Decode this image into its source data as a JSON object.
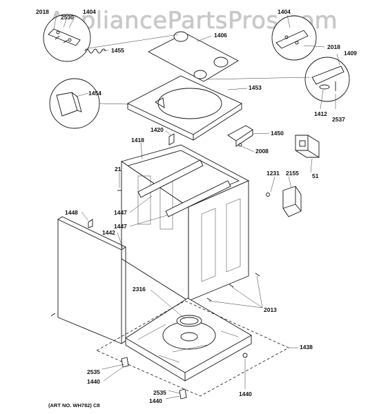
{
  "watermark": "AppliancePartsPros.com",
  "art_number": "(ART NO. WH782) C8",
  "callouts": {
    "c2018a": "2018",
    "c2530": "2530",
    "c1404a": "1404",
    "c1406": "1406",
    "c1455": "1455",
    "c1404b": "1404",
    "c2018b": "2018",
    "c1409": "1409",
    "c1454": "1454",
    "c1453": "1453",
    "c1412": "1412",
    "c2537": "2537",
    "c1420": "1420",
    "c1450": "1450",
    "c1418": "1418",
    "c2008": "2008",
    "c51": "51",
    "c21": "21",
    "c1231": "1231",
    "c2155": "2155",
    "c1448": "1448",
    "c1442": "1442",
    "c1447a": "1447",
    "c1447b": "1447",
    "c2316": "2316",
    "c2013": "2013",
    "c1438": "1438",
    "c2535a": "2535",
    "c1440a": "1440",
    "c2535b": "2535",
    "c1440b": "1440",
    "c1440c": "1440"
  }
}
